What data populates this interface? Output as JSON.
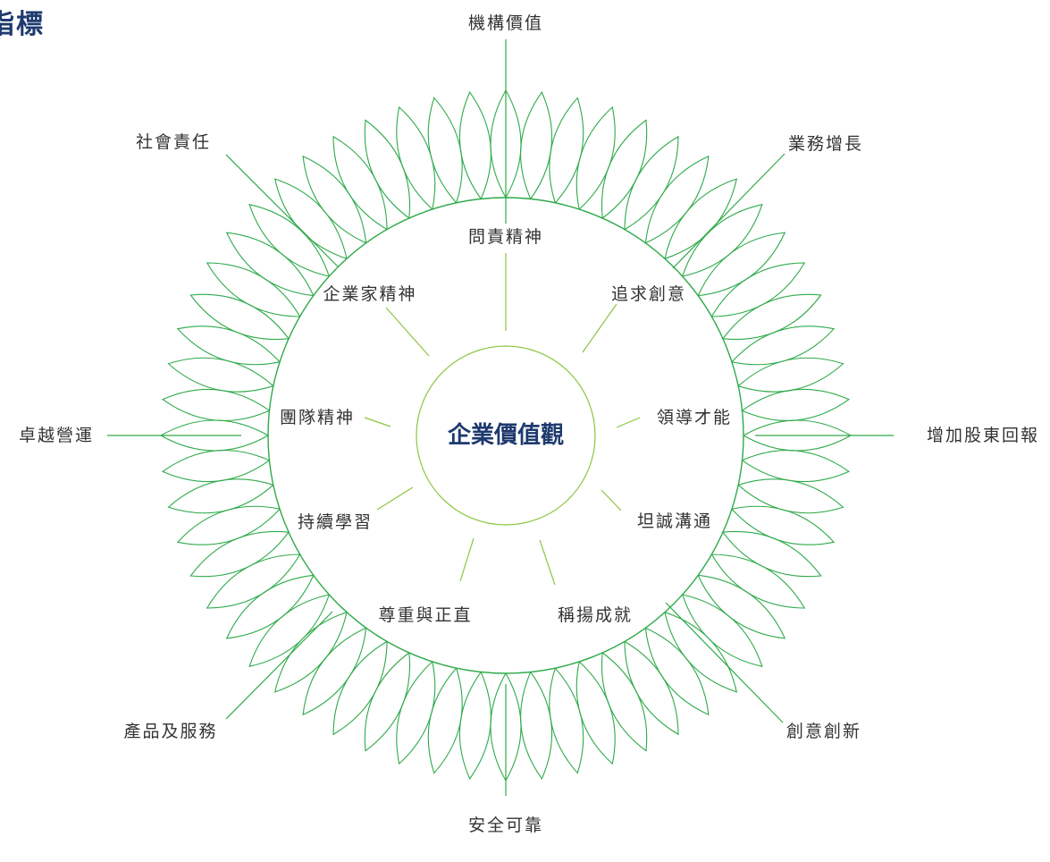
{
  "page_title": "指標",
  "center_label": "企業價值觀",
  "outer_labels": [
    "機構價值",
    "業務增長",
    "增加股東回報",
    "創意創新",
    "安全可靠",
    "產品及服務",
    "卓越營運",
    "社會責任"
  ],
  "inner_labels": [
    "問責精神",
    "追求創意",
    "領導才能",
    "坦誠溝通",
    "稱揚成就",
    "尊重與正直",
    "持續學習",
    "團隊精神",
    "企業家精神"
  ],
  "colors": {
    "title": "#1e3a6e",
    "center_text": "#1e3a6e",
    "outer_petal": "#2eaa4a",
    "inner_petal": "#8cc63f",
    "connector_outer": "#2eaa4a",
    "connector_inner": "#8cc63f",
    "label_text": "#333333"
  }
}
